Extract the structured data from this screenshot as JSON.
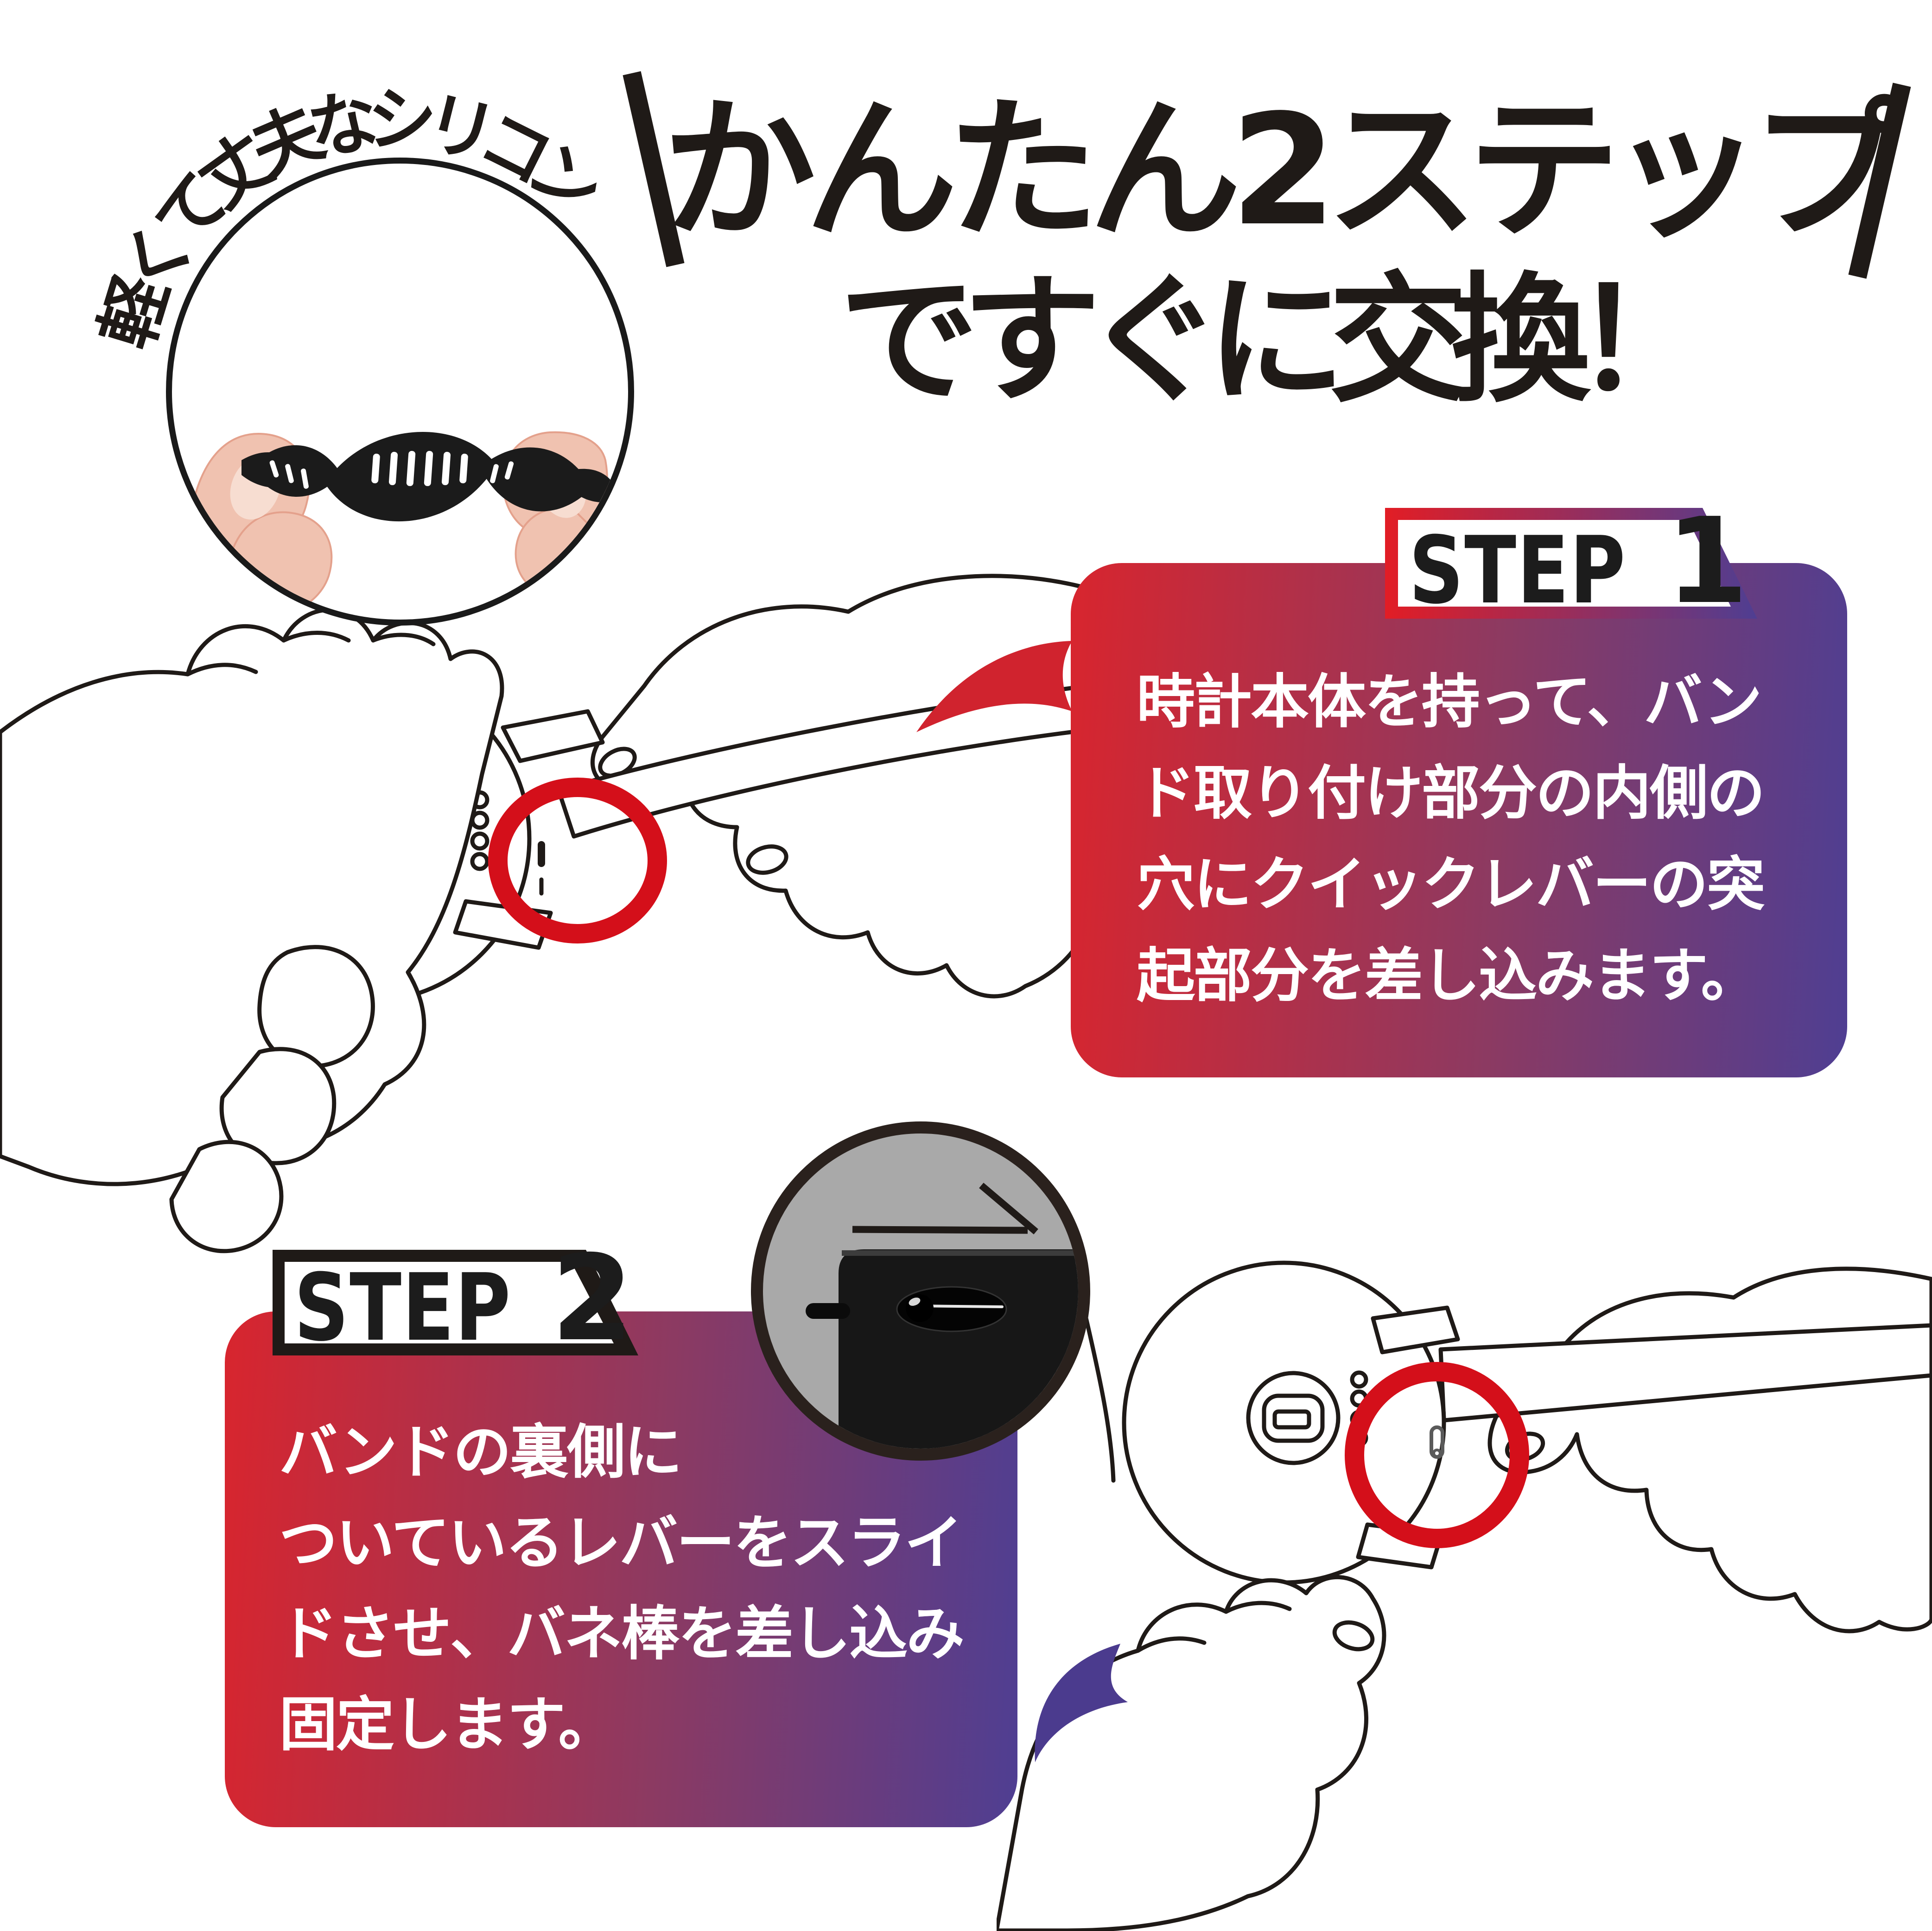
{
  "badge": {
    "label": "軽くて丈夫なシリコン"
  },
  "heading": {
    "line1": "かんたん2ステップ",
    "line2": "ですぐに交換！"
  },
  "steps": [
    {
      "label": "STEP",
      "number": "1",
      "lines": [
        "時計本体を持って、バン",
        "ド取り付け部分の内側の",
        "穴にクイックレバーの突",
        "起部分を差し込みます。"
      ]
    },
    {
      "label": "STEP",
      "number": "2",
      "lines": [
        "バンドの裏側に",
        "ついているレバーをスライ",
        "ドさせ、バネ棒を差し込み",
        "固定します。"
      ]
    }
  ],
  "colors": {
    "gradient_left_red": "#d8252e",
    "gradient_right_purple": "#4f3e92",
    "highlight_ring_red": "#d40f1a",
    "ink_black": "#1f1a17",
    "detail_bg_gray": "#a9a9a9"
  }
}
